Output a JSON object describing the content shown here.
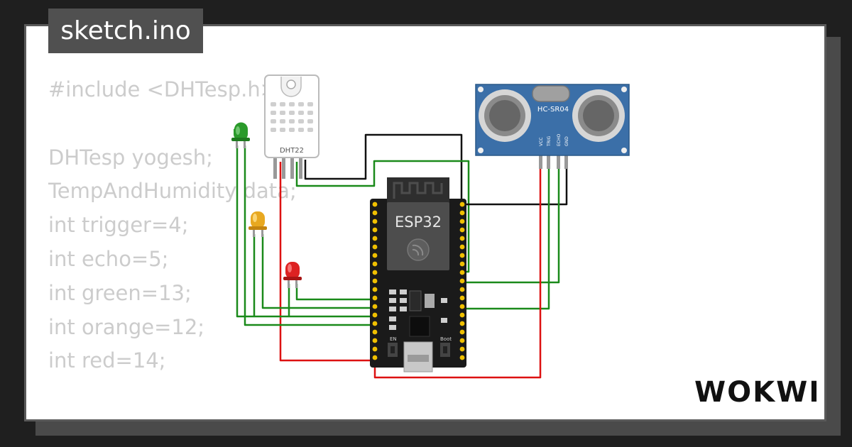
{
  "tab": {
    "title": "sketch.ino"
  },
  "code_lines": [
    "#include <DHTesp.h>",
    "",
    "DHTesp yogesh;",
    "TempAndHumidity data;",
    "int trigger=4;",
    "int echo=5;",
    "int green=13;",
    "int orange=12;",
    "int red=14;"
  ],
  "components": {
    "dht": {
      "label": "DHT22"
    },
    "esp": {
      "label": "ESP32",
      "en_label": "EN",
      "boot_label": "Boot"
    },
    "sonar": {
      "label": "HC-SR04",
      "pins": [
        "VCC",
        "TRIG",
        "ECHO",
        "GND"
      ]
    }
  },
  "brand": {
    "name": "WOKWI"
  },
  "colors": {
    "wire_green": "#1a8a1a",
    "wire_red": "#dd1111",
    "wire_black": "#111111",
    "led_green": "#2a9a2a",
    "led_orange": "#e8a820",
    "led_red": "#dd2222",
    "sonar_board": "#3b6fa8"
  }
}
